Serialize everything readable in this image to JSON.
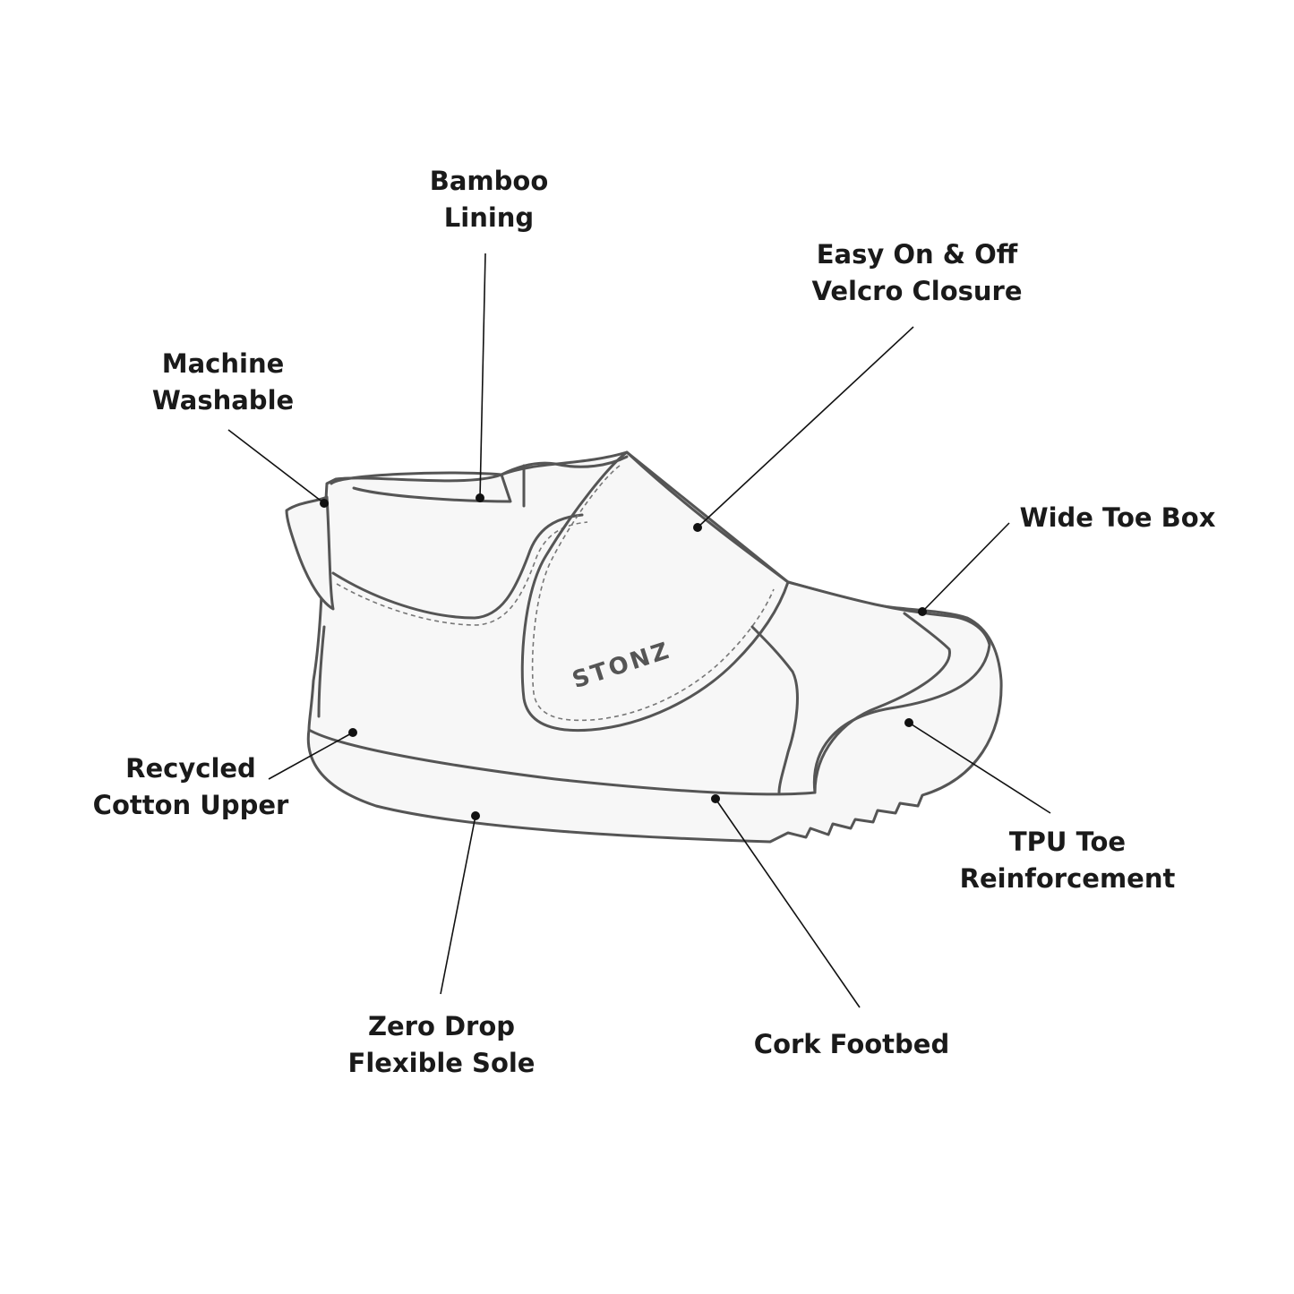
{
  "brand": {
    "logo_text": "STONZ"
  },
  "callouts": [
    {
      "id": "bamboo-lining",
      "lines": [
        "Bamboo",
        "Lining"
      ]
    },
    {
      "id": "easy-on-off",
      "lines": [
        "Easy On & Off",
        "Velcro Closure"
      ]
    },
    {
      "id": "machine-washable",
      "lines": [
        "Machine",
        "Washable"
      ]
    },
    {
      "id": "wide-toe-box",
      "lines": [
        "Wide Toe Box"
      ]
    },
    {
      "id": "recycled-cotton-upper",
      "lines": [
        "Recycled",
        "Cotton Upper"
      ]
    },
    {
      "id": "tpu-toe",
      "lines": [
        "TPU Toe",
        "Reinforcement"
      ]
    },
    {
      "id": "zero-drop",
      "lines": [
        "Zero Drop",
        "Flexible Sole"
      ]
    },
    {
      "id": "cork-footbed",
      "lines": [
        "Cork Footbed"
      ]
    }
  ]
}
